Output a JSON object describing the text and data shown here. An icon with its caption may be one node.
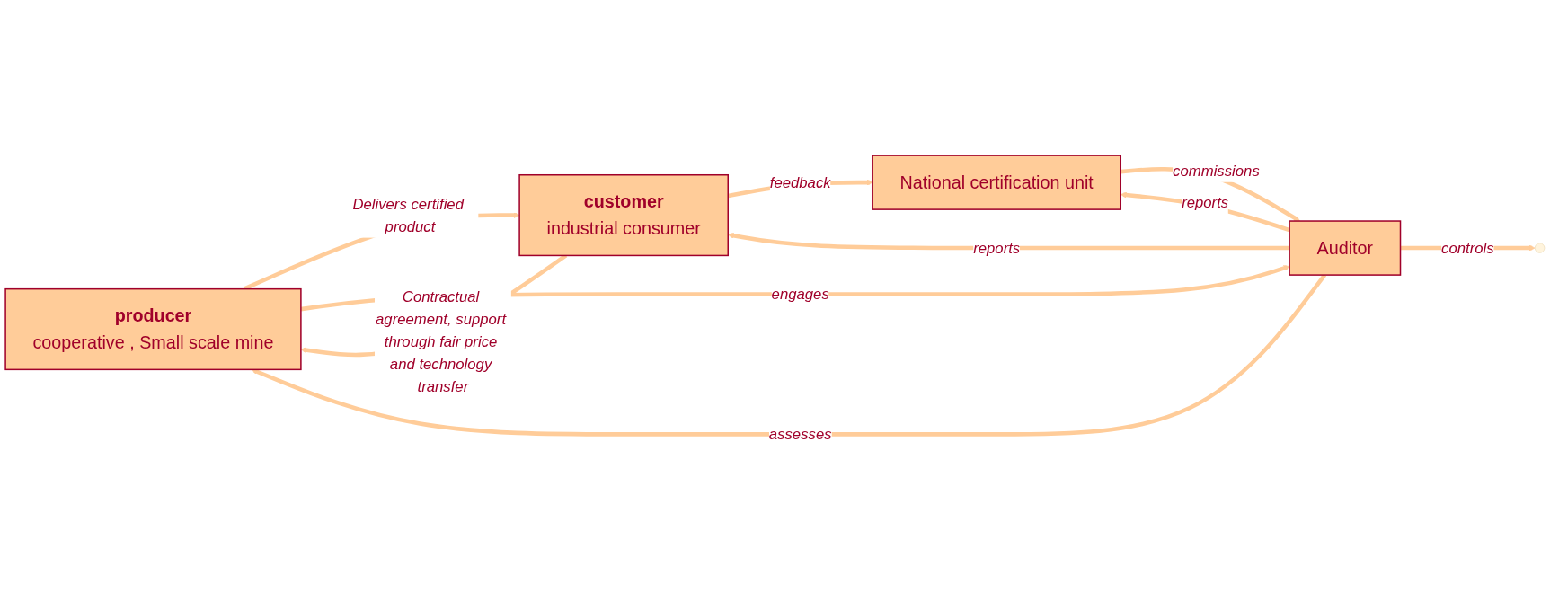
{
  "diagram": {
    "nodes": [
      {
        "text": [
          "producer",
          "cooperative , Small scale mine"
        ]
      },
      {
        "text": [
          "customer",
          "industrial consumer"
        ]
      },
      {
        "text": [
          "Auditor"
        ]
      },
      {
        "text": [
          "National certification unit"
        ]
      }
    ],
    "edges": [
      {
        "from": 1,
        "to": 0,
        "arrow": "to",
        "label": "Contractual agreement, support through fair price and technology transfer"
      },
      {
        "from": 0,
        "to": 1,
        "arrow": "to",
        "label": "Delivers certified product"
      },
      {
        "from": 0,
        "to": 2,
        "arrow": "to",
        "label": "engages"
      },
      {
        "from": 2,
        "to": 0,
        "arrow": "to",
        "label": "assesses"
      },
      {
        "from": 2,
        "to": null,
        "arrow": "to",
        "label": "controls"
      },
      {
        "from": 2,
        "to": 1,
        "arrow": "to",
        "label": "reports"
      },
      {
        "from": 3,
        "to": 2,
        "arrow": "to",
        "label": "commissions"
      },
      {
        "from": 2,
        "to": 3,
        "arrow": "to",
        "label": "reports"
      },
      {
        "from": 1,
        "to": 3,
        "arrow": "to",
        "label": "feedback"
      }
    ]
  }
}
